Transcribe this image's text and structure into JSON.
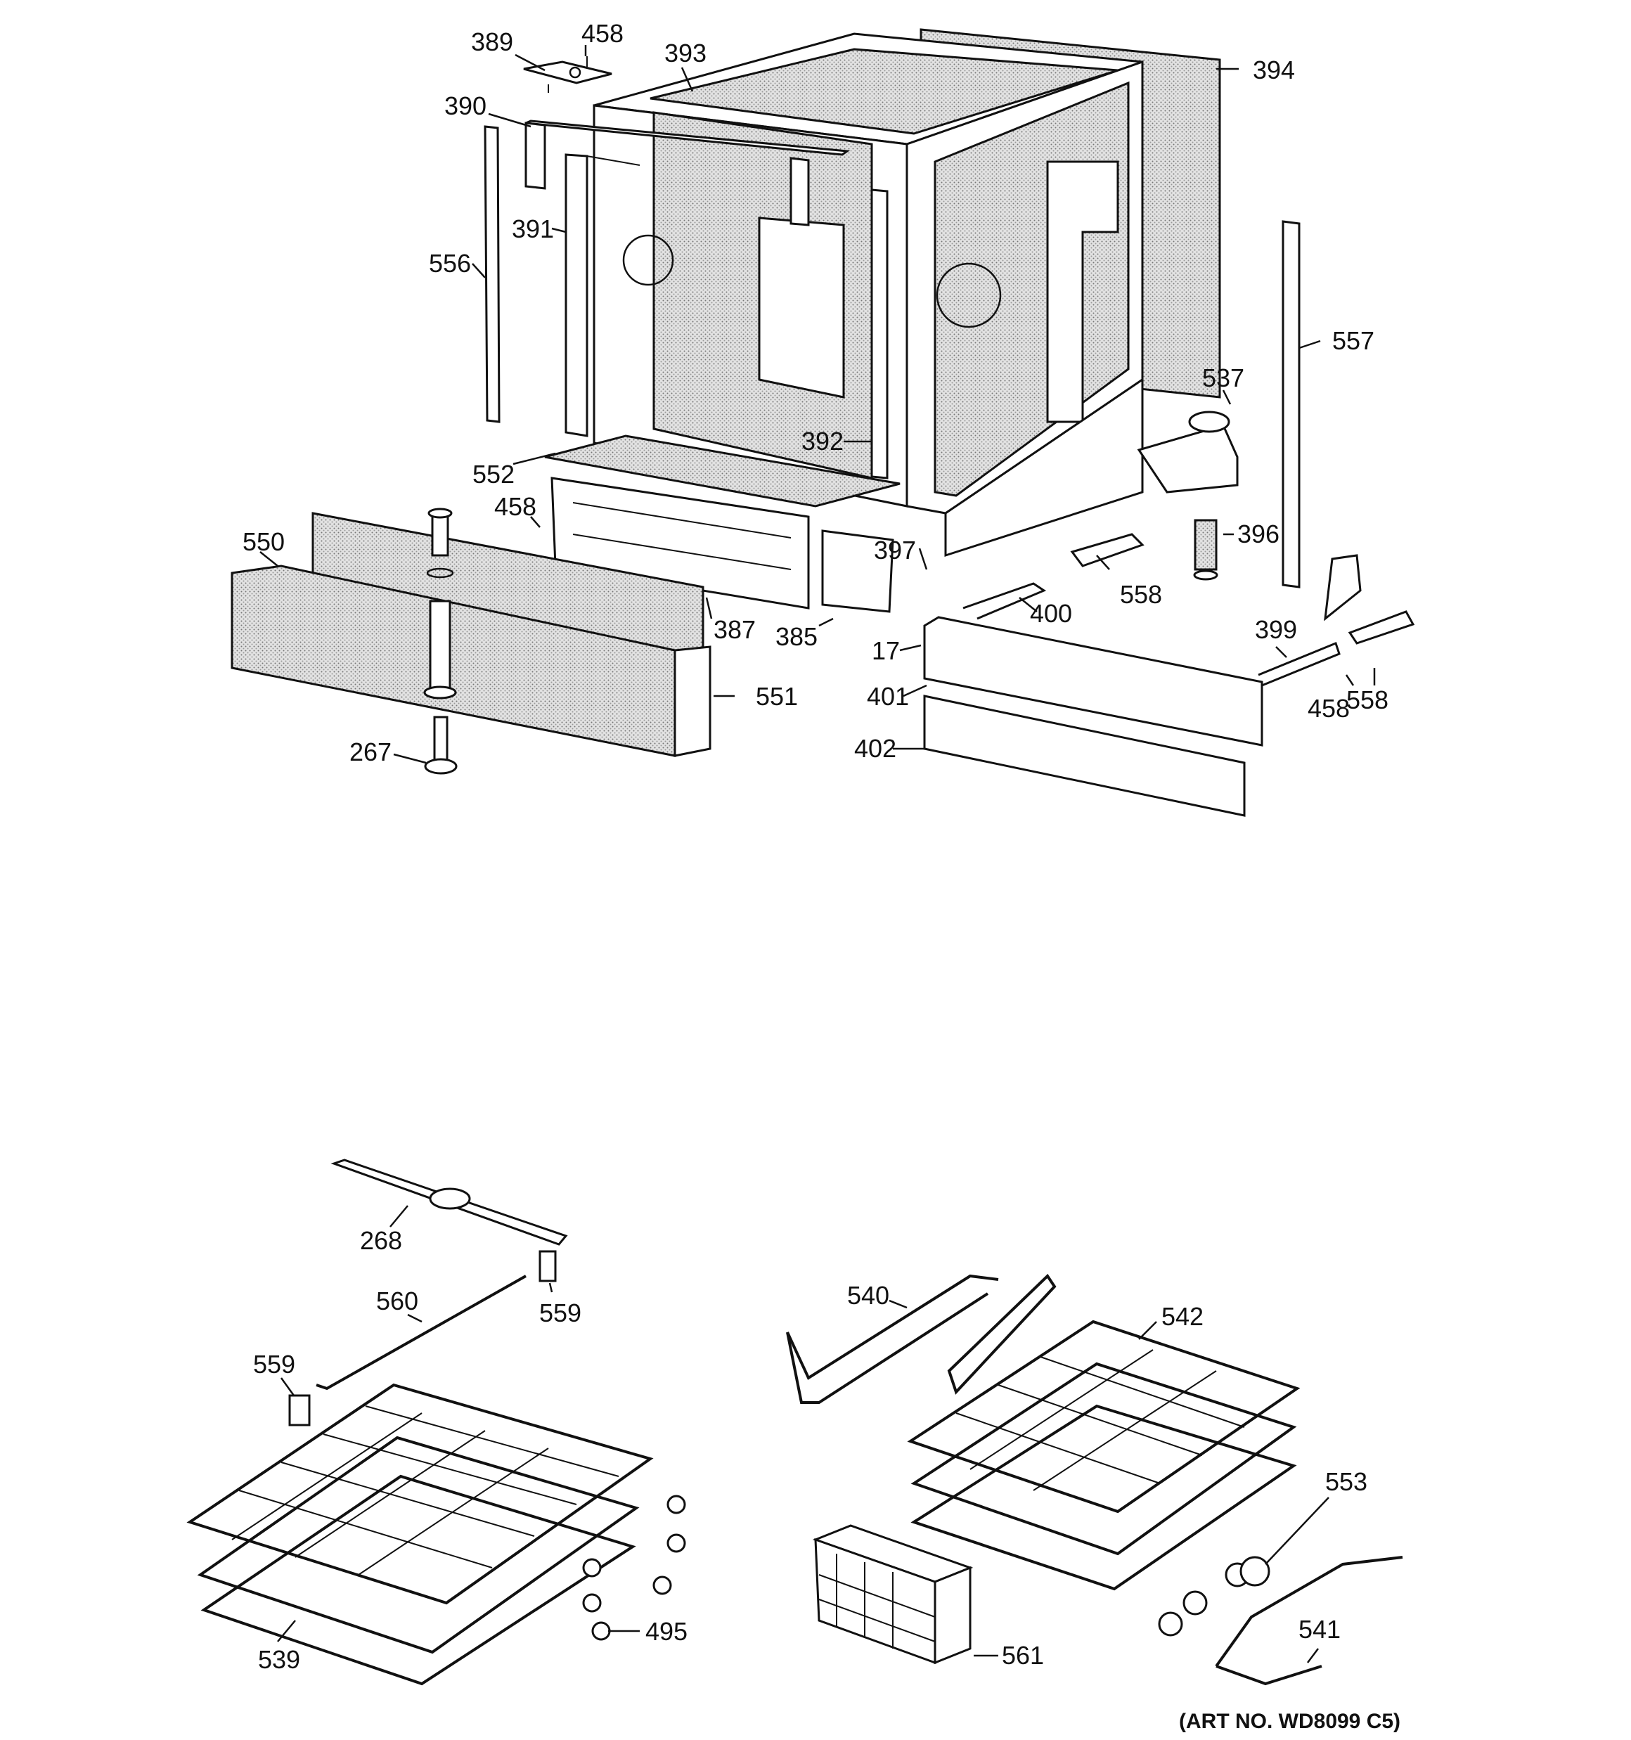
{
  "labels": {
    "l389": "389",
    "l458a": "458",
    "l393": "393",
    "l394": "394",
    "l390": "390",
    "l391": "391",
    "l556": "556",
    "l557": "557",
    "l537": "537",
    "l392": "392",
    "l552": "552",
    "l458b": "458",
    "l550": "550",
    "l397": "397",
    "l396": "396",
    "l558a": "558",
    "l400": "400",
    "l387": "387",
    "l385": "385",
    "l17": "17",
    "l399": "399",
    "l401": "401",
    "l551": "551",
    "l458c": "458",
    "l558b": "558",
    "l402": "402",
    "l267": "267",
    "l268": "268",
    "l560": "560",
    "l559a": "559",
    "l559b": "559",
    "l540": "540",
    "l542": "542",
    "l553": "553",
    "l495": "495",
    "l539": "539",
    "l541": "541",
    "l561": "561"
  },
  "art_number": "(ART NO. WD8099 C5)"
}
